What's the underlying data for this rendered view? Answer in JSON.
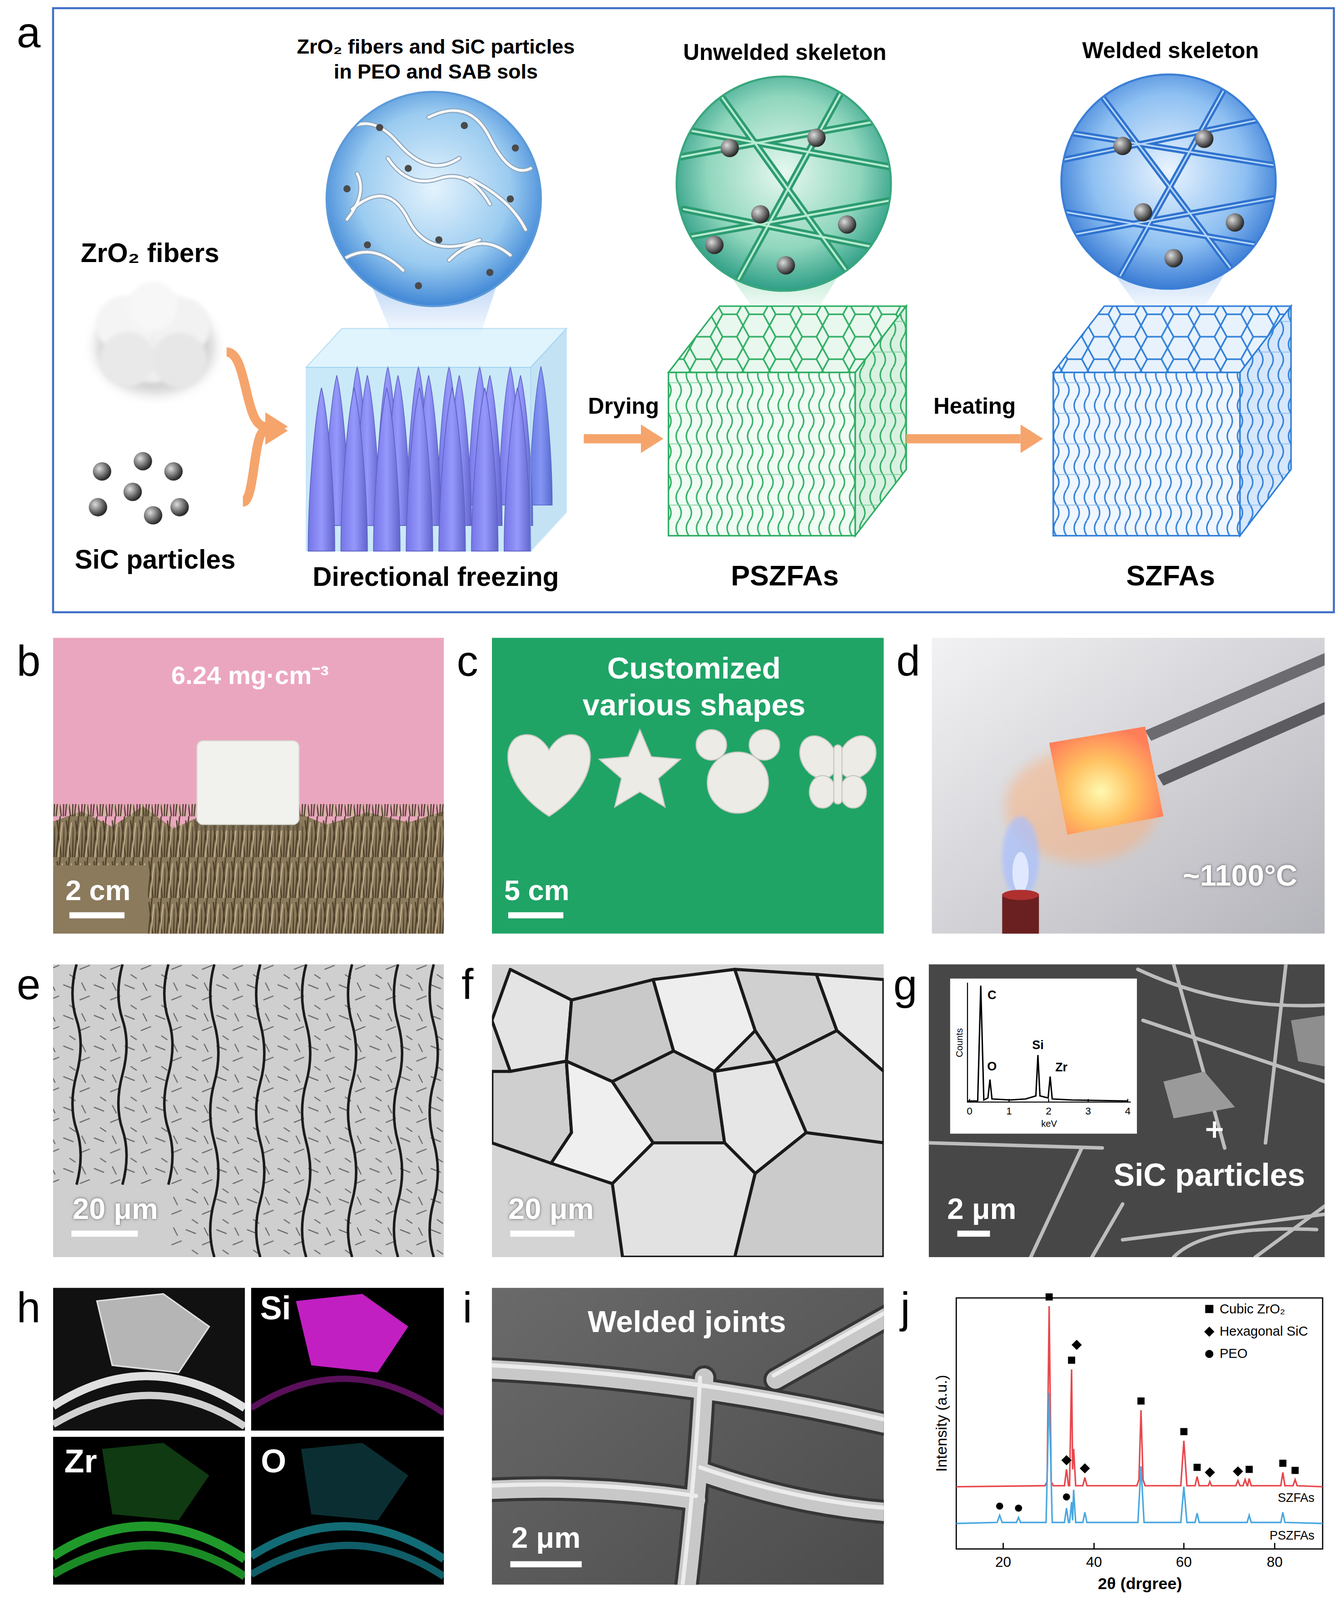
{
  "diagram": {
    "nodes": [
      {
        "text": [
          "ZrO₂ fibers"
        ]
      },
      {
        "text": [
          "SiC particles"
        ]
      },
      {
        "text": [
          "ZrO₂ fibers and SiC particles in PEO and SAB sols",
          "Directional freezing"
        ]
      },
      {
        "text": [
          "Unwelded skeleton",
          "PSZFAs"
        ]
      },
      {
        "text": [
          "Welded skeleton",
          "SZFAs"
        ]
      }
    ],
    "edges": [
      {
        "from": 0,
        "to": 2,
        "arrow": "to"
      },
      {
        "from": 1,
        "to": 2,
        "arrow": "to"
      },
      {
        "from": 2,
        "to": 3,
        "label": "Drying",
        "arrow": "to"
      },
      {
        "from": 3,
        "to": 4,
        "label": "Heating",
        "arrow": "to"
      }
    ],
    "labels": [
      "a",
      "b",
      "6.24 mg·cm⁻³",
      "2 cm",
      "c",
      "Customized various shapes",
      "5 cm",
      "d",
      "~1100°C",
      "e",
      "20 μm",
      "f",
      "20 μm",
      "g",
      "C",
      "Counts",
      "O",
      "Si",
      "Zr",
      "0",
      "1",
      "2",
      "3",
      "4",
      "keV",
      "SiC particles",
      "2 μm",
      "h",
      "Si",
      "Zr",
      "O",
      "i",
      "Welded joints",
      "2 μm",
      "j",
      "Intensity (a.u.)",
      "20",
      "40",
      "60",
      "80",
      "2θ (drgree)",
      "SZFAs",
      "PSZFAs"
    ],
    "legend": [
      {
        "text": "Cubic ZrO₂"
      },
      {
        "text": "Hexagonal SiC"
      },
      {
        "text": "PEO"
      }
    ]
  }
}
